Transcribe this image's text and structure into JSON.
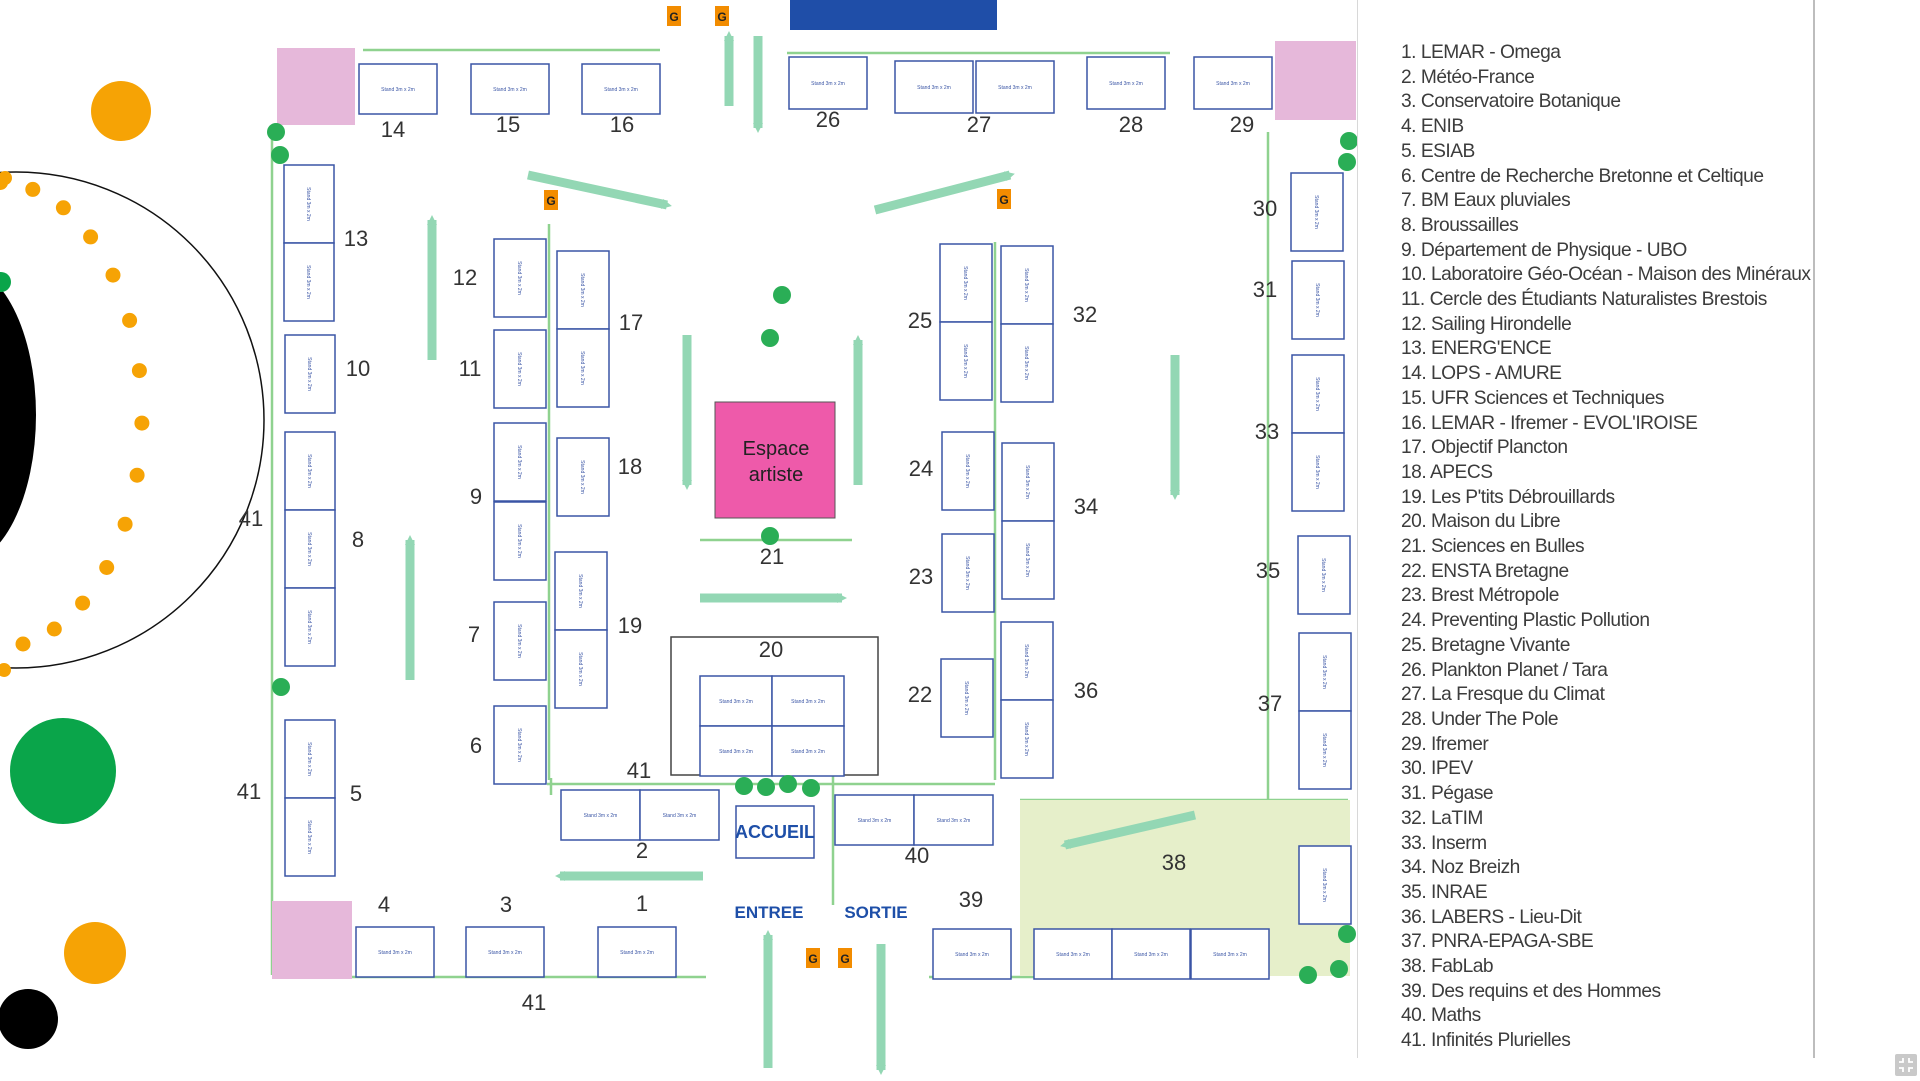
{
  "map": {
    "art_space": "Espace\nartiste",
    "welcome": "ACCUEIL",
    "entrance": "ENTREE",
    "exit": "SORTIE",
    "stand_size_label": "Stand 3m x 2m",
    "zone_numbers": [
      "1",
      "2",
      "3",
      "4",
      "5",
      "6",
      "7",
      "8",
      "9",
      "10",
      "11",
      "12",
      "13",
      "14",
      "15",
      "16",
      "17",
      "18",
      "19",
      "20",
      "21",
      "22",
      "23",
      "24",
      "25",
      "26",
      "27",
      "28",
      "29",
      "30",
      "31",
      "32",
      "33",
      "34",
      "35",
      "36",
      "37",
      "38",
      "39",
      "40",
      "41",
      "41",
      "41",
      "41"
    ],
    "marker_letter": "G",
    "colors": {
      "stand_border": "#3a55a5",
      "wall_green": "#8fd28f",
      "arrow_green": "#93d7b4",
      "art_space_fill": "#ee5aaa",
      "corner_pink": "#e6b8da",
      "fablab_fill": "#e6efca",
      "marker_orange": "#f28c00",
      "plant_green": "#2aae56",
      "entrance_blue": "#1e4fa8",
      "top_blue": "#1f4ea8",
      "deco_orange": "#f6a305",
      "deco_green": "#0aa54a",
      "deco_black": "#000000"
    }
  },
  "legend": {
    "items": [
      "1. LEMAR - Omega",
      "2. Météo-France",
      "3. Conservatoire Botanique",
      "4. ENIB",
      "5. ESIAB",
      "6. Centre de Recherche Bretonne et Celtique",
      "7. BM Eaux pluviales",
      "8. Broussailles",
      "9. Département de Physique - UBO",
      "10. Laboratoire Géo-Océan - Maison des Minéraux",
      "11. Cercle des Étudiants Naturalistes Brestois",
      "12. Sailing Hirondelle",
      "13. ENERG'ENCE",
      "14. LOPS - AMURE",
      "15. UFR Sciences et Techniques",
      "16. LEMAR - Ifremer - EVOL'IROISE",
      "17. Objectif Plancton",
      "18. APECS",
      "19. Les P'tits Débrouillards",
      "20. Maison du Libre",
      "21. Sciences en Bulles",
      "22. ENSTA Bretagne",
      "23. Brest Métropole",
      "24. Preventing Plastic Pollution",
      "25. Bretagne Vivante",
      "26. Plankton Planet / Tara",
      "27. La Fresque du Climat",
      "28. Under The Pole",
      "29. Ifremer",
      "30. IPEV",
      "31. Pégase",
      "32. LaTIM",
      "33. Inserm",
      "34. Noz Breizh",
      "35. INRAE",
      "36. LABERS - Lieu-Dit",
      "37. PNRA-EPAGA-SBE",
      "38. FabLab",
      "39. Des requins et des Hommes",
      "40. Maths",
      "41. Infinités Plurielles"
    ]
  },
  "controls": {
    "fullscreen_icon": "exit-fullscreen-icon"
  }
}
